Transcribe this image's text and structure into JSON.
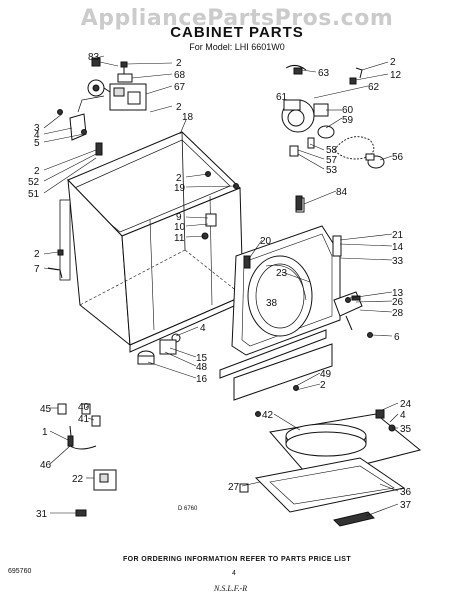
{
  "watermark": "AppliancePartsPros.com",
  "title": "CABINET PARTS",
  "model_line": "For Model: LHI 6601W0",
  "drawing_code": "D 6760",
  "footer_note": "FOR ORDERING INFORMATION REFER TO PARTS PRICE LIST",
  "page_code": "695760",
  "page_number": "4",
  "signature": "N.S.L.F.-R",
  "callouts": [
    "83",
    "2",
    "68",
    "67",
    "2",
    "3",
    "4",
    "5",
    "2",
    "52",
    "51",
    "18",
    "2",
    "19",
    "9",
    "10",
    "11",
    "2",
    "7",
    "20",
    "4",
    "15",
    "48",
    "16",
    "63",
    "2",
    "12",
    "62",
    "61",
    "60",
    "59",
    "58",
    "57",
    "53",
    "56",
    "84",
    "21",
    "14",
    "33",
    "23",
    "38",
    "13",
    "26",
    "28",
    "6",
    "49",
    "2",
    "24",
    "4",
    "35",
    "42",
    "27",
    "36",
    "37",
    "45",
    "40",
    "41",
    "1",
    "46",
    "22",
    "31"
  ]
}
